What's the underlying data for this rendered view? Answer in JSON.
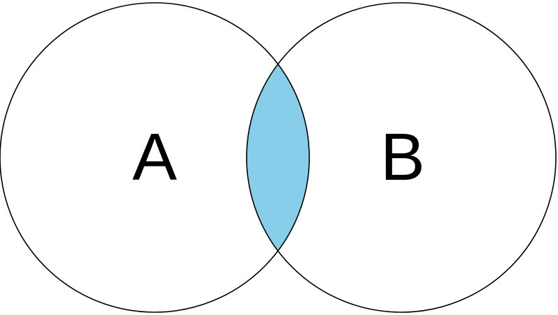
{
  "diagram": {
    "type": "venn",
    "sets": [
      {
        "label": "A"
      },
      {
        "label": "B"
      }
    ],
    "intersection": {
      "highlighted": true
    }
  },
  "colors": {
    "background": "#ffffff",
    "circle_stroke": "#000000",
    "intersection_fill": "#87ceeb",
    "label": "#000000"
  }
}
